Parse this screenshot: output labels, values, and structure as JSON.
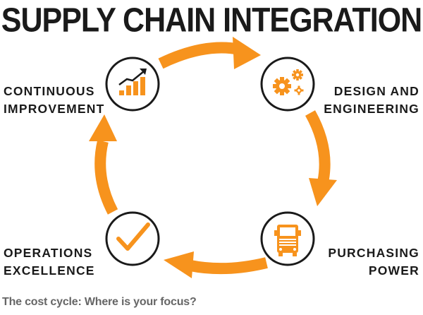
{
  "title": "SUPPLY CHAIN INTEGRATION",
  "caption": "The cost cycle: Where is your focus?",
  "colors": {
    "accent": "#F7931D",
    "text": "#1a1a1a",
    "caption": "#666666",
    "ring": "#1a1a1a"
  },
  "stages": [
    {
      "line1": "CONTINUOUS",
      "line2": "IMPROVEMENT",
      "icon": "bar-chart-trend-icon"
    },
    {
      "line1": "DESIGN AND",
      "line2": "ENGINEERING",
      "icon": "gears-icon"
    },
    {
      "line1": "PURCHASING",
      "line2": "POWER",
      "icon": "truck-icon"
    },
    {
      "line1": "OPERATIONS",
      "line2": "EXCELLENCE",
      "icon": "checkmark-icon"
    }
  ]
}
